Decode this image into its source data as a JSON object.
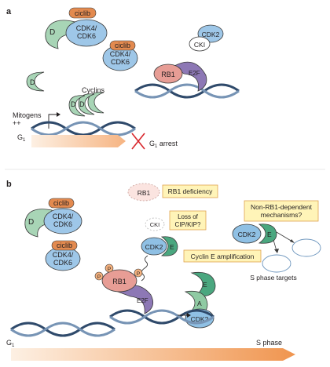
{
  "panels": {
    "a": {
      "label": "a",
      "ciclib": "ciclib",
      "D": "D",
      "cdk46": [
        "CDK4/",
        "CDK6"
      ],
      "cdk2": "CDK2",
      "cki": "CKI",
      "rb1": "RB1",
      "e2f": "E2F",
      "cyclins": "Cyclins",
      "mitogens": [
        "Mitogens",
        "++"
      ],
      "g1": "G",
      "g1_sub": "1",
      "g1arrest_g": "G",
      "g1arrest_sub": "1",
      "g1arrest_rest": " arrest"
    },
    "b": {
      "label": "b",
      "ciclib": "ciclib",
      "D": "D",
      "cdk46": [
        "CDK4/",
        "CDK6"
      ],
      "rb1_faded": "RB1",
      "rb1_deficiency": "RB1 deficiency",
      "cki_faded": "CKI",
      "loss_cip": [
        "Loss of",
        "CIP/KIP?"
      ],
      "cdk2": "CDK2",
      "E": "E",
      "A": "A",
      "P": "P",
      "rb1": "RB1",
      "e2f": "E2F",
      "cyclinE_amp": "Cyclin E amplification",
      "non_rb1": [
        "Non-RB1-dependent",
        "mechanisms?"
      ],
      "s_targets": "S phase targets",
      "g1": "G",
      "g1_sub": "1",
      "s_phase": "S phase"
    }
  },
  "colors": {
    "cdk46": "#9ec7e8",
    "cyclinD": "#a8d5b6",
    "ciclib": "#e38a4f",
    "rb1": "#e79d95",
    "e2f": "#8d78b5",
    "cdk2": "#8fc0e4",
    "cyclinE": "#4aa77f",
    "cyclinA": "#8fcaa3",
    "phospho": "#f3b07d",
    "yellow_box": "#fff4b8",
    "box_border": "#e0a24f",
    "arrow_grad_start": "#fdebdc",
    "arrow_grad_end": "#f29b5b",
    "red_cross": "#d8262c"
  }
}
